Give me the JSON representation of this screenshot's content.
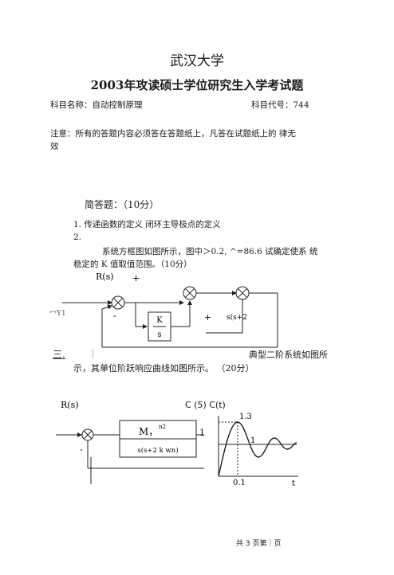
{
  "header": {
    "university": "武汉大学",
    "exam_title": "2003年攻读硕士学位研究生入学考试题",
    "subject_name": "科目名称：自动控制原理",
    "subject_code": "科目代号：744"
  },
  "notice": {
    "line1": "注意：所有的答题内容必须答在答题纸上，凡答在试题纸上的  律无",
    "line2": "效"
  },
  "section1": {
    "heading": "简答题：（10分）",
    "q1": "1. 传递函数的定义  闭环主导极点的定义",
    "q2_num": "2.",
    "q2_line1": "系统方框图如图所示，图中＞0.2, ^=86.6 试确定使系  统",
    "q2_line2": "稳定的 K 值取值范围。（10分）"
  },
  "diagram1": {
    "input_label": "R(s)",
    "input_scrawl": "冖Y1",
    "plus_top": "+",
    "minus_left": "-",
    "block_num": "K",
    "block_den": "s",
    "plant_label": "s(s+2",
    "plus_right": "+"
  },
  "section3": {
    "number": "三.",
    "line1": "典型二阶系统如图所",
    "line2": "示，其单位阶跃响应曲线如图所示。  （20分）"
  },
  "diagram2": {
    "input_label": "R(s)",
    "output_label": "C (5) C(t)",
    "minus": "-",
    "block_num": "M，",
    "block_num_sup": "n2",
    "block_den": "s(s+2 k wn)",
    "unity": "1"
  },
  "step_plot": {
    "peak_label": "1.3",
    "final_label": "1",
    "peak_time_label": "0.1",
    "x_axis_label": "t"
  },
  "footer": {
    "page_text": "共 3 页第｜页"
  }
}
